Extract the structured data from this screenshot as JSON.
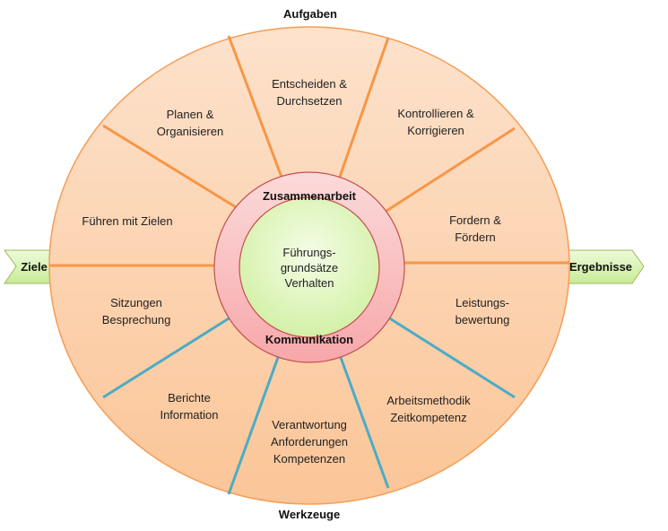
{
  "labels": {
    "top": "Aufgaben",
    "bottom": "Werkzeuge",
    "left_arrow": "Ziele",
    "right_arrow": "Ergebnisse",
    "ring_top": "Zusammenarbeit",
    "ring_bottom": "Kommunikation",
    "center": [
      "Führungs-",
      "grundsätze",
      "Verhalten"
    ]
  },
  "segments": [
    {
      "lines": [
        "Entscheiden &",
        "Durchsetzen"
      ]
    },
    {
      "lines": [
        "Kontrollieren &",
        "Korrigieren"
      ]
    },
    {
      "lines": [
        "Fordern &",
        "Fördern"
      ]
    },
    {
      "lines": [
        "Leistungs-",
        "bewertung"
      ]
    },
    {
      "lines": [
        "Arbeitsmethodik",
        "Zeitkompetenz"
      ]
    },
    {
      "lines": [
        "Verantwortung",
        "Anforderungen",
        "Kompetenzen"
      ]
    },
    {
      "lines": [
        "Berichte",
        "Information"
      ]
    },
    {
      "lines": [
        "Sitzungen",
        "Besprechung"
      ]
    },
    {
      "lines": [
        "Führen mit Zielen"
      ]
    },
    {
      "lines": [
        "Planen &",
        "Organisieren"
      ]
    }
  ],
  "colors": {
    "ellipse_fill": "#fcd5b4",
    "ellipse_stroke": "#f59d56",
    "orange_line": "#f79646",
    "blue_line": "#4bacc6",
    "ring_fill": "#f9b3b5",
    "ring_stroke": "#c0504d",
    "center_fill": "#e4f7c4",
    "arrow_fill": "#d7f0b0"
  }
}
